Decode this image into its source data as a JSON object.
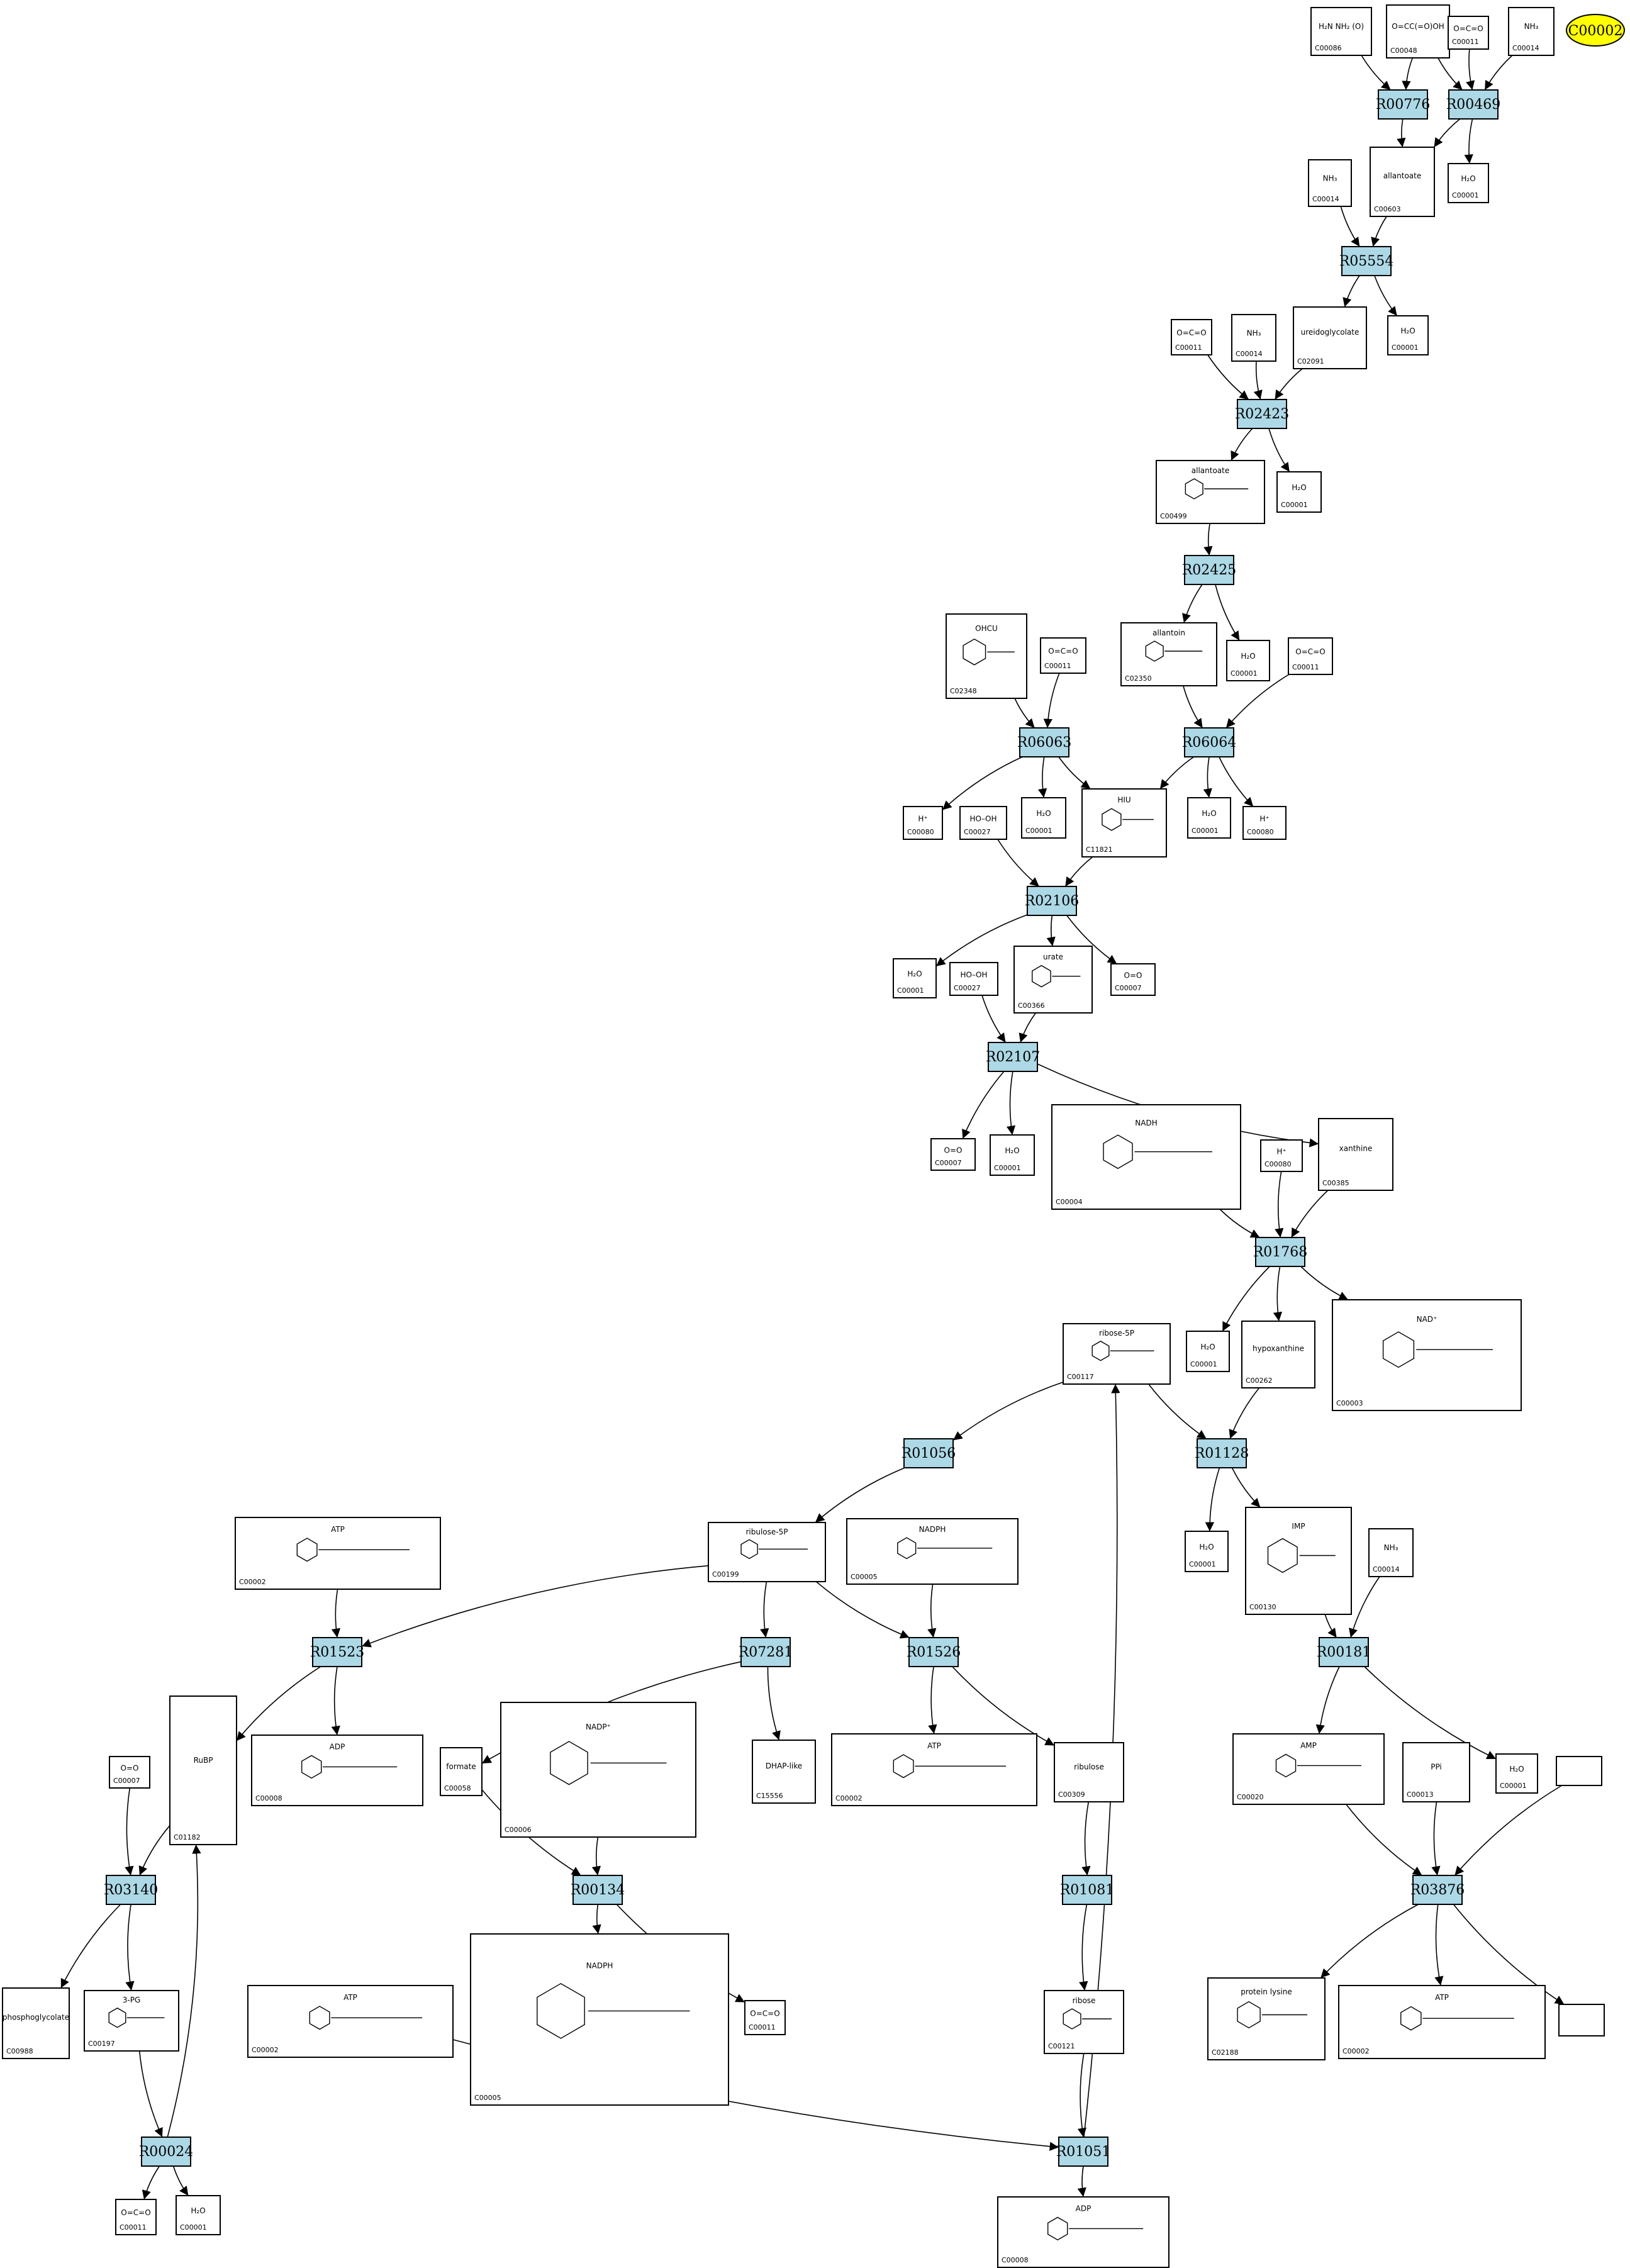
{
  "reactions": [
    {
      "id": "R00776",
      "label": "R00776",
      "color": "#add8e6"
    },
    {
      "id": "R00469",
      "label": "R00469",
      "color": "#add8e6"
    },
    {
      "id": "R05554",
      "label": "R05554",
      "color": "#add8e6"
    },
    {
      "id": "R02423",
      "label": "R02423",
      "color": "#add8e6"
    },
    {
      "id": "R02425",
      "label": "R02425",
      "color": "#add8e6"
    },
    {
      "id": "R06063",
      "label": "R06063",
      "color": "#add8e6"
    },
    {
      "id": "R06064",
      "label": "R06064",
      "color": "#add8e6"
    },
    {
      "id": "R02106",
      "label": "R02106",
      "color": "#add8e6"
    },
    {
      "id": "R02107",
      "label": "R02107",
      "color": "#add8e6"
    },
    {
      "id": "R01768",
      "label": "R01768",
      "color": "#add8e6"
    },
    {
      "id": "R01056",
      "label": "R01056",
      "color": "#add8e6"
    },
    {
      "id": "R01128",
      "label": "R01128",
      "color": "#add8e6"
    },
    {
      "id": "R01523",
      "label": "R01523",
      "color": "#add8e6"
    },
    {
      "id": "R07281",
      "label": "R07281",
      "color": "#add8e6"
    },
    {
      "id": "R01526",
      "label": "R01526",
      "color": "#add8e6"
    },
    {
      "id": "R00181",
      "label": "R00181",
      "color": "#add8e6"
    },
    {
      "id": "R03140",
      "label": "R03140",
      "color": "#add8e6"
    },
    {
      "id": "R00134",
      "label": "R00134",
      "color": "#add8e6"
    },
    {
      "id": "R01081",
      "label": "R01081",
      "color": "#add8e6"
    },
    {
      "id": "R03876",
      "label": "R03876",
      "color": "#add8e6"
    },
    {
      "id": "R00024",
      "label": "R00024",
      "color": "#add8e6"
    },
    {
      "id": "R01051",
      "label": "R01051",
      "color": "#add8e6"
    }
  ],
  "compounds": [
    {
      "id": "c-C00086",
      "label": "C00086",
      "formula": "H₂N NH₂ (O)"
    },
    {
      "id": "c-C00048",
      "label": "C00048",
      "formula": "O=CC(=O)OH"
    },
    {
      "id": "c-C00011-a",
      "label": "C00011",
      "formula": "O=C=O"
    },
    {
      "id": "c-C00014-a",
      "label": "C00014",
      "formula": "NH₃"
    },
    {
      "id": "c-C00603",
      "label": "C00603",
      "formula": "allantoate"
    },
    {
      "id": "c-C00001-a",
      "label": "C00001",
      "formula": "H₂O"
    },
    {
      "id": "c-C00014-b",
      "label": "C00014",
      "formula": "NH₃"
    },
    {
      "id": "c-C00001-b",
      "label": "C00001",
      "formula": "H₂O"
    },
    {
      "id": "c-C00011-b",
      "label": "C00011",
      "formula": "O=C=O"
    },
    {
      "id": "c-C00014-c",
      "label": "C00014",
      "formula": "NH₃"
    },
    {
      "id": "c-C02091",
      "label": "C02091",
      "formula": "ureidoglycolate"
    },
    {
      "id": "c-C00001-c",
      "label": "C00001",
      "formula": "H₂O"
    },
    {
      "id": "c-C00499",
      "label": "C00499",
      "formula": "allantoate"
    },
    {
      "id": "c-C02348",
      "label": "C02348",
      "formula": "OHCU"
    },
    {
      "id": "c-C00011-c",
      "label": "C00011",
      "formula": "O=C=O"
    },
    {
      "id": "c-C02350",
      "label": "C02350",
      "formula": "allantoin"
    },
    {
      "id": "c-C00001-d",
      "label": "C00001",
      "formula": "H₂O"
    },
    {
      "id": "c-C00011-d",
      "label": "C00011",
      "formula": "O=C=O"
    },
    {
      "id": "c-C00080-a",
      "label": "C00080",
      "formula": "H⁺"
    },
    {
      "id": "c-C00001-e",
      "label": "C00001",
      "formula": "H₂O"
    },
    {
      "id": "c-C11821",
      "label": "C11821",
      "formula": "HIU"
    },
    {
      "id": "c-C00001-f",
      "label": "C00001",
      "formula": "H₂O"
    },
    {
      "id": "c-C00080-b",
      "label": "C00080",
      "formula": "H⁺"
    },
    {
      "id": "c-C00027-a",
      "label": "C00027",
      "formula": "HO–OH"
    },
    {
      "id": "c-C00001-g",
      "label": "C00001",
      "formula": "H₂O"
    },
    {
      "id": "c-C00027-b",
      "label": "C00027",
      "formula": "HO–OH"
    },
    {
      "id": "c-C00366",
      "label": "C00366",
      "formula": "urate"
    },
    {
      "id": "c-C00007-a",
      "label": "C00007",
      "formula": "O=O"
    },
    {
      "id": "c-C00007-b",
      "label": "C00007",
      "formula": "O=O"
    },
    {
      "id": "c-C00001-h",
      "label": "C00001",
      "formula": "H₂O"
    },
    {
      "id": "c-C00004",
      "label": "C00004",
      "formula": "NADH"
    },
    {
      "id": "c-C00080-c",
      "label": "C00080",
      "formula": "H⁺"
    },
    {
      "id": "c-C00385",
      "label": "C00385",
      "formula": "xanthine"
    },
    {
      "id": "c-C00117",
      "label": "C00117",
      "formula": "ribose-5P"
    },
    {
      "id": "c-C00001-i",
      "label": "C00001",
      "formula": "H₂O"
    },
    {
      "id": "c-C00262",
      "label": "C00262",
      "formula": "hypoxanthine"
    },
    {
      "id": "c-C00003-a",
      "label": "C00003",
      "formula": "NAD⁺"
    },
    {
      "id": "c-C00002-a",
      "label": "C00002",
      "formula": "ATP"
    },
    {
      "id": "c-C00199",
      "label": "C00199",
      "formula": "ribulose-5P"
    },
    {
      "id": "c-C00005",
      "label": "C00005",
      "formula": "NADPH"
    },
    {
      "id": "c-C00001-j",
      "label": "C00001",
      "formula": "H₂O"
    },
    {
      "id": "c-C00130",
      "label": "C00130",
      "formula": "IMP"
    },
    {
      "id": "c-C00014-d",
      "label": "C00014",
      "formula": "NH₃"
    },
    {
      "id": "c-C01182",
      "label": "C01182",
      "formula": "RuBP"
    },
    {
      "id": "c-C00008-a",
      "label": "C00008",
      "formula": "ADP"
    },
    {
      "id": "c-C00058",
      "label": "C00058",
      "formula": "formate"
    },
    {
      "id": "c-C00006",
      "label": "C00006",
      "formula": "NADP⁺"
    },
    {
      "id": "c-C15556",
      "label": "C15556",
      "formula": "DHAP-like"
    },
    {
      "id": "c-C00002-b",
      "label": "C00002",
      "formula": "ATP"
    },
    {
      "id": "c-C00309",
      "label": "C00309",
      "formula": "ribulose"
    },
    {
      "id": "c-C00020",
      "label": "C00020",
      "formula": "AMP"
    },
    {
      "id": "c-C00013",
      "label": "C00013",
      "formula": "PPi"
    },
    {
      "id": "c-C00001-k",
      "label": "C00001",
      "formula": "H₂O"
    },
    {
      "id": "c-C00007-c",
      "label": "C00007",
      "formula": "O=O"
    },
    {
      "id": "c-C00988",
      "label": "C00988",
      "formula": "phosphoglycolate"
    },
    {
      "id": "c-C00197",
      "label": "C00197",
      "formula": "3-PG"
    },
    {
      "id": "c-C00002-c",
      "label": "C00002",
      "formula": "ATP"
    },
    {
      "id": "c-C00005-b",
      "label": "C00005",
      "formula": "NADPH"
    },
    {
      "id": "c-C00011-e",
      "label": "C00011",
      "formula": "O=C=O"
    },
    {
      "id": "c-C00121",
      "label": "C00121",
      "formula": "ribose"
    },
    {
      "id": "c-C02188",
      "label": "C02188",
      "formula": "protein lysine"
    },
    {
      "id": "c-C00002-d",
      "label": "C00002",
      "formula": "ATP"
    },
    {
      "id": "c-C00011-f",
      "label": "C00011",
      "formula": "O=C=O"
    },
    {
      "id": "c-C00001-l",
      "label": "C00001",
      "formula": "H₂O"
    },
    {
      "id": "c-C00008-b",
      "label": "C00008",
      "formula": "ADP"
    },
    {
      "id": "c-empty-a",
      "label": "",
      "formula": ""
    },
    {
      "id": "c-empty-b",
      "label": "",
      "formula": ""
    }
  ],
  "highlight": {
    "label": "C00002",
    "color": "#ffff00"
  }
}
